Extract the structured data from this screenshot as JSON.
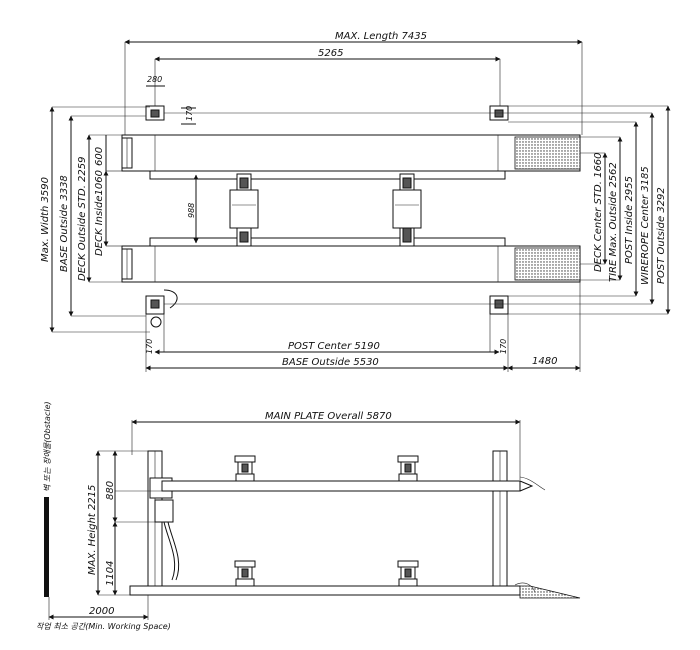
{
  "top_view": {
    "max_length": "MAX. Length 7435",
    "length_5265": "5265",
    "dim_280": "280",
    "dim_170_top": "170",
    "dim_170_bl": "170",
    "dim_170_br": "170",
    "max_width": "Max. Width 3590",
    "base_outside": "BASE Outside 3338",
    "deck_outside": "DECK Outside STD. 2259",
    "deck_inside": "DECK Inside1060",
    "dim_600": "600",
    "dim_988": "988",
    "deck_center": "DECK Center STD. 1660",
    "tire_max": "TIRE Max. Outside 2562",
    "post_inside": "POST Inside 2955",
    "wirerope_center": "WIREROPE Center 3185",
    "post_outside": "POST Outside 3292",
    "post_center": "POST Center 5190",
    "base_outside_len": "BASE Outside 5530",
    "dim_1480": "1480"
  },
  "side_view": {
    "main_plate": "MAIN PLATE Overall 5870",
    "max_height": "MAX. Height 2215",
    "dim_880": "880",
    "dim_1104": "1104",
    "dim_2000": "2000",
    "obstacle_label": "벽 또는 장애물(Obstacle)",
    "working_space": "작업 최소 공간(Min. Working Space)"
  },
  "colors": {
    "line": "#111111",
    "hatch": "#555555"
  }
}
